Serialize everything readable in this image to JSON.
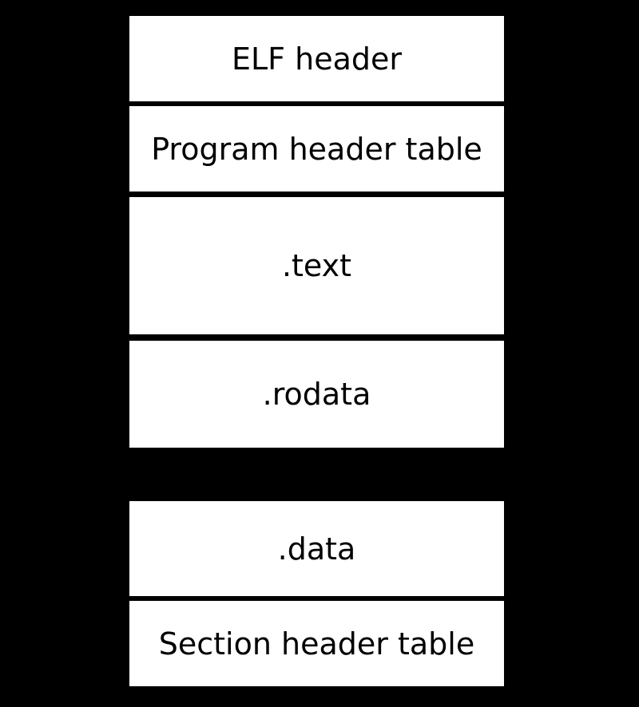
{
  "diagram": {
    "background_color": "#000000",
    "box_fill_color": "#ffffff",
    "box_text_color": "#000000",
    "boxes": [
      {
        "label": "ELF header"
      },
      {
        "label": "Program header table"
      },
      {
        "label": ".text"
      },
      {
        "label": ".rodata"
      },
      {
        "label": ".data"
      },
      {
        "label": "Section header table"
      }
    ]
  }
}
